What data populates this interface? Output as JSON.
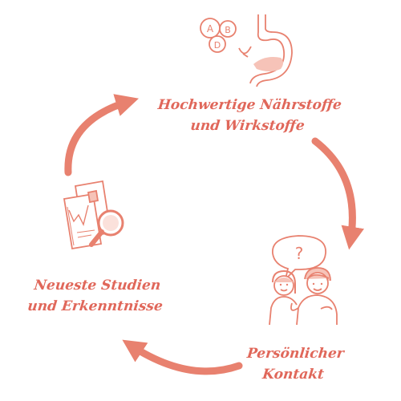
{
  "diagram": {
    "accent_color": "#e8816f",
    "nodes": [
      {
        "id": "top",
        "icon": "vitamins-stomach-icon",
        "icon_letters": [
          "A",
          "B",
          "D"
        ],
        "lines": [
          "Hochwertige Nährstoffe",
          "und Wirkstoffe"
        ]
      },
      {
        "id": "right",
        "icon": "people-question-icon",
        "icon_letters": [
          "?"
        ],
        "lines": [
          "Persönlicher",
          "Kontakt"
        ]
      },
      {
        "id": "left",
        "icon": "study-magnifier-icon",
        "icon_letters": [],
        "lines": [
          "Neueste Studien",
          "und Erkenntnisse"
        ]
      }
    ],
    "arrows": [
      {
        "from": "top",
        "to": "right",
        "direction": "clockwise"
      },
      {
        "from": "right",
        "to": "left",
        "direction": "clockwise"
      },
      {
        "from": "left",
        "to": "top",
        "direction": "clockwise"
      }
    ]
  }
}
